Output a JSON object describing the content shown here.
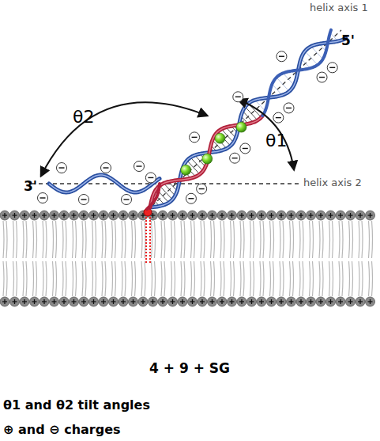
{
  "diagram": {
    "labels": [
      "helix axis 1",
      "5'",
      "θ2",
      "θ1",
      "3'",
      "helix axis 2",
      "4 + 9 + SG",
      "θ1 and θ2 tilt angles",
      "⊕ and ⊖ charges"
    ]
  }
}
